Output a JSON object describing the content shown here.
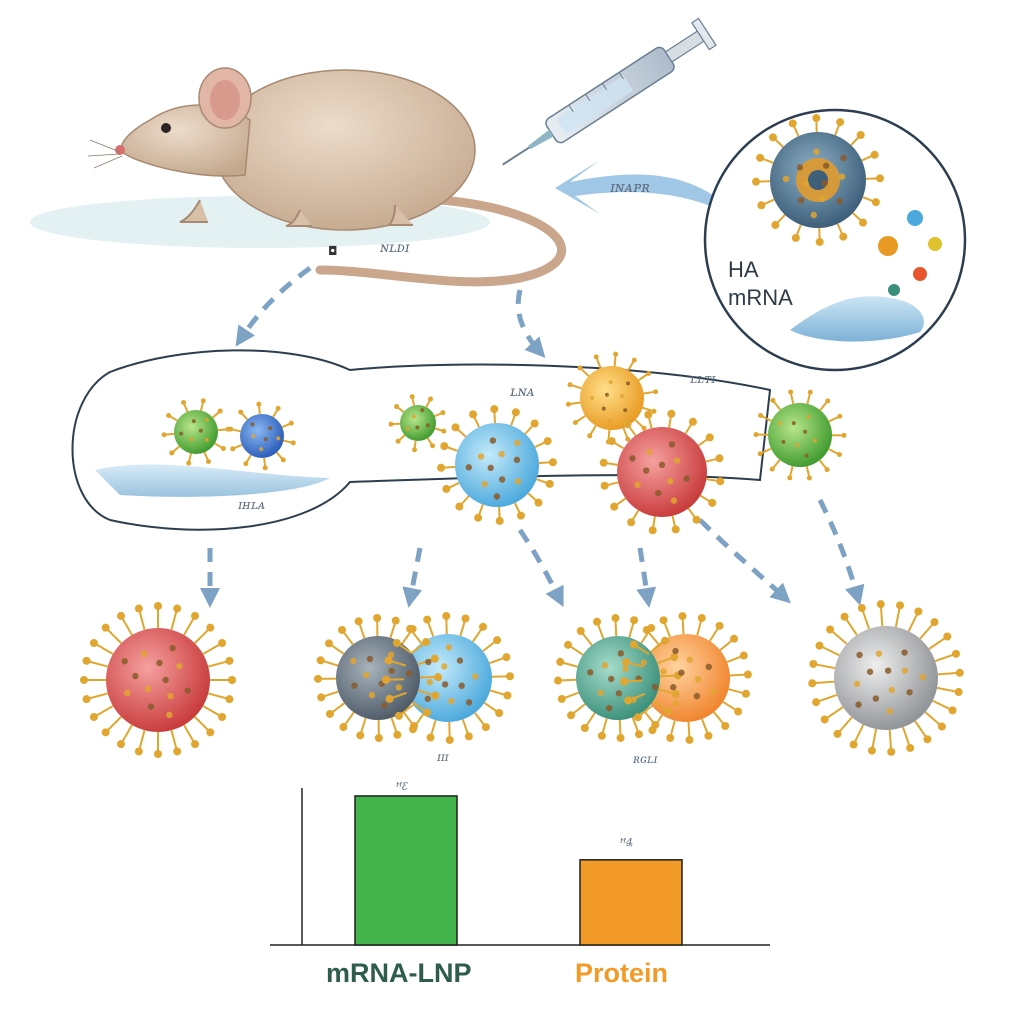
{
  "inset_label": {
    "line1": "HA",
    "line2": "mRNA"
  },
  "scribbles": {
    "arrow_label": "ɪɴᴀᴘʀ",
    "tail_label": "ɴʟᴅɪ",
    "tail_mark": "◘",
    "cloud_label": "ɪʜʟᴀ",
    "mid_label_1": "ʟɴᴀ",
    "mid_label_2": "ʟʟᴛɪ",
    "row2_label_a": "ɪɪɪ",
    "row2_label_b": "ʀɢʟɪ"
  },
  "chart_data": {
    "type": "bar",
    "categories": [
      "mRNA-LNP",
      "Protein"
    ],
    "values": [
      2.8,
      1.6
    ],
    "value_labels": [
      "ꟸꜫ",
      "ꟸꜮ"
    ],
    "series": [
      {
        "name": "",
        "values": [
          2.8,
          1.6
        ]
      }
    ],
    "ylim": [
      0,
      3.1
    ],
    "grid": false,
    "colors": [
      "#43b44b",
      "#f29b28"
    ]
  },
  "palette": {
    "mouse": "#d8bfa8",
    "arrow": "#7ea2c4",
    "spike": "#e0a630"
  }
}
